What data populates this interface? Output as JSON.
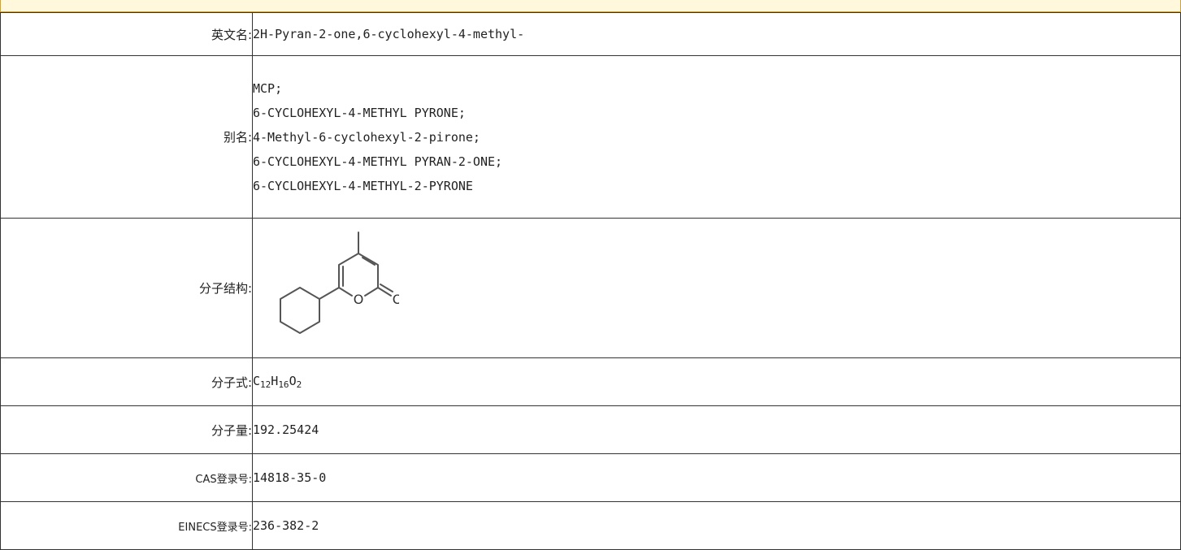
{
  "rows": {
    "english_name": {
      "label": "英文名:",
      "value": "2H-Pyran-2-one,6-cyclohexyl-4-methyl-"
    },
    "aliases": {
      "label": "别名:",
      "items": [
        "MCP;",
        "6-CYCLOHEXYL-4-METHYL PYRONE;",
        "4-Methyl-6-cyclohexyl-2-pirone;",
        "6-CYCLOHEXYL-4-METHYL PYRAN-2-ONE;",
        "6-CYCLOHEXYL-4-METHYL-2-PYRONE"
      ]
    },
    "structure": {
      "label": "分子结构:",
      "atom_o_ring": "O",
      "atom_o_carbonyl": "O"
    },
    "formula": {
      "label": "分子式:",
      "c": "C",
      "c_count": "12",
      "h": "H",
      "h_count": "16",
      "o": "O",
      "o_count": "2"
    },
    "molecular_weight": {
      "label": "分子量:",
      "value": "192.25424"
    },
    "cas": {
      "label": "CAS登录号:",
      "value": "14818-35-0"
    },
    "einecs": {
      "label": "EINECS登录号:",
      "value": "236-382-2"
    }
  }
}
